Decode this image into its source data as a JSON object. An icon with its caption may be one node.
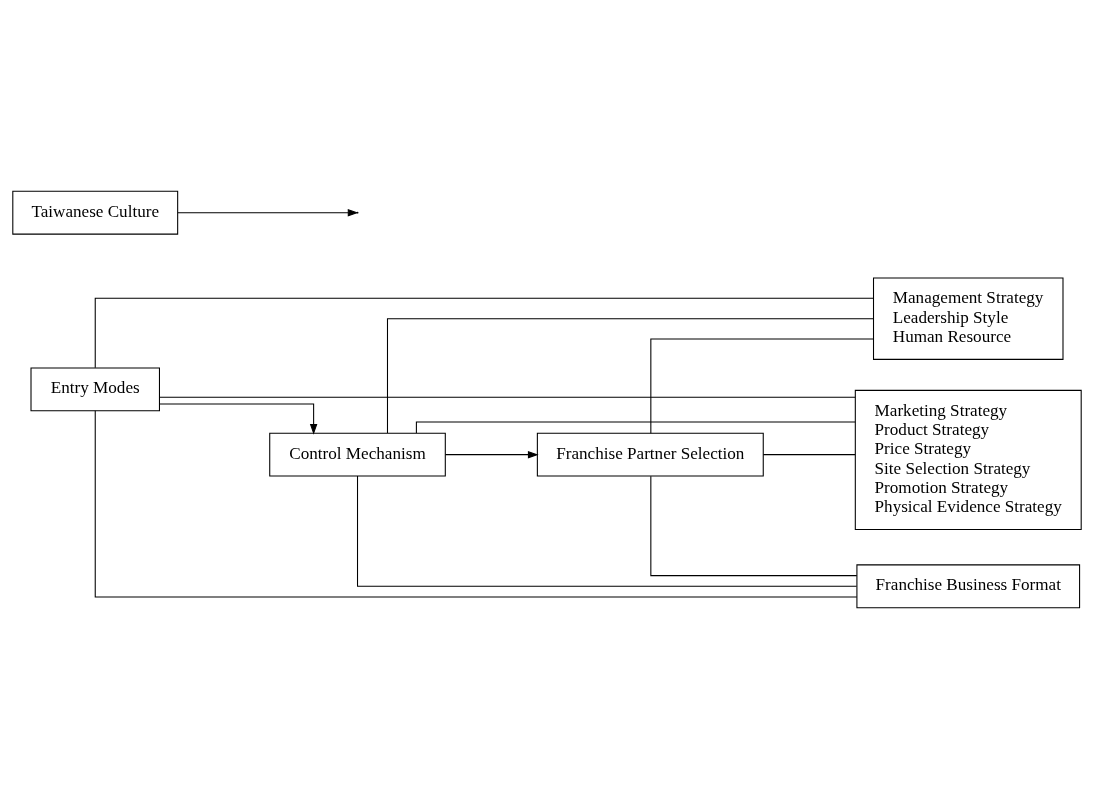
{
  "diagram": {
    "nodes": [
      {
        "text": [
          "Entry Modes"
        ]
      },
      {
        "text": [
          "Control Mechanism"
        ]
      },
      {
        "text": [
          "Franchise Partner Selection"
        ]
      },
      {
        "text": [
          "Taiwanese Culture"
        ]
      },
      {
        "text": [
          "Marketing Strategy",
          "Product Strategy",
          "Price Strategy",
          "Site Selection Strategy",
          "Promotion Strategy",
          "Physical Evidence Strategy"
        ]
      },
      {
        "text": [
          "Management Strategy",
          "Leadership Style",
          "Human Resource"
        ]
      },
      {
        "text": [
          "Franchise Business Format"
        ]
      }
    ],
    "edges": [
      {
        "from": 0,
        "to": 1,
        "arrow": "to"
      },
      {
        "from": 1,
        "to": 2,
        "arrow": "to"
      },
      {
        "from": 0,
        "to": 4,
        "arrow": "none"
      },
      {
        "from": 0,
        "to": 5,
        "arrow": "none"
      },
      {
        "from": 0,
        "to": 6,
        "arrow": "none"
      },
      {
        "from": 1,
        "to": 4,
        "arrow": "none"
      },
      {
        "from": 1,
        "to": 5,
        "arrow": "none"
      },
      {
        "from": 1,
        "to": 6,
        "arrow": "none"
      },
      {
        "from": 2,
        "to": 4,
        "arrow": "none"
      },
      {
        "from": 2,
        "to": 5,
        "arrow": "none"
      },
      {
        "from": 2,
        "to": 6,
        "arrow": "none"
      },
      {
        "from": 3,
        "to": null,
        "arrow": "to"
      }
    ]
  }
}
